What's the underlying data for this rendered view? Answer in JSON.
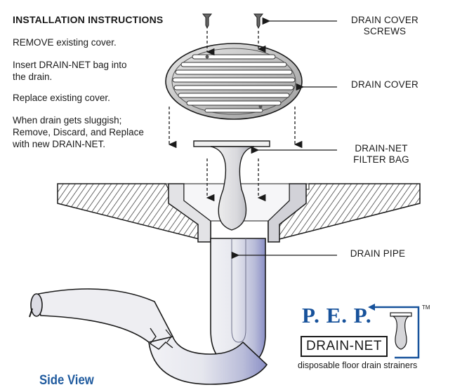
{
  "instructions": {
    "title": "INSTALLATION INSTRUCTIONS",
    "step1": "REMOVE existing cover.",
    "step2": "Insert DRAIN-NET bag into the drain.",
    "step3": "Replace existing cover.",
    "step4": "When drain gets sluggish; Remove, Discard, and Replace with new DRAIN-NET."
  },
  "labels": {
    "screws_line1": "DRAIN COVER",
    "screws_line2": "SCREWS",
    "cover": "DRAIN COVER",
    "bag_line1": "DRAIN-NET",
    "bag_line2": "FILTER BAG",
    "pipe": "DRAIN PIPE"
  },
  "caption": "Side View",
  "logo": {
    "brand": "P. E. P.",
    "trademark": "TM",
    "product": "DRAIN-NET",
    "tagline": "disposable floor drain strainers"
  },
  "colors": {
    "brand_blue": "#17529b",
    "caption_blue": "#1f5a9e",
    "pipe_shadow": "#8a8fc6",
    "hatch": "#2a2a2a"
  }
}
